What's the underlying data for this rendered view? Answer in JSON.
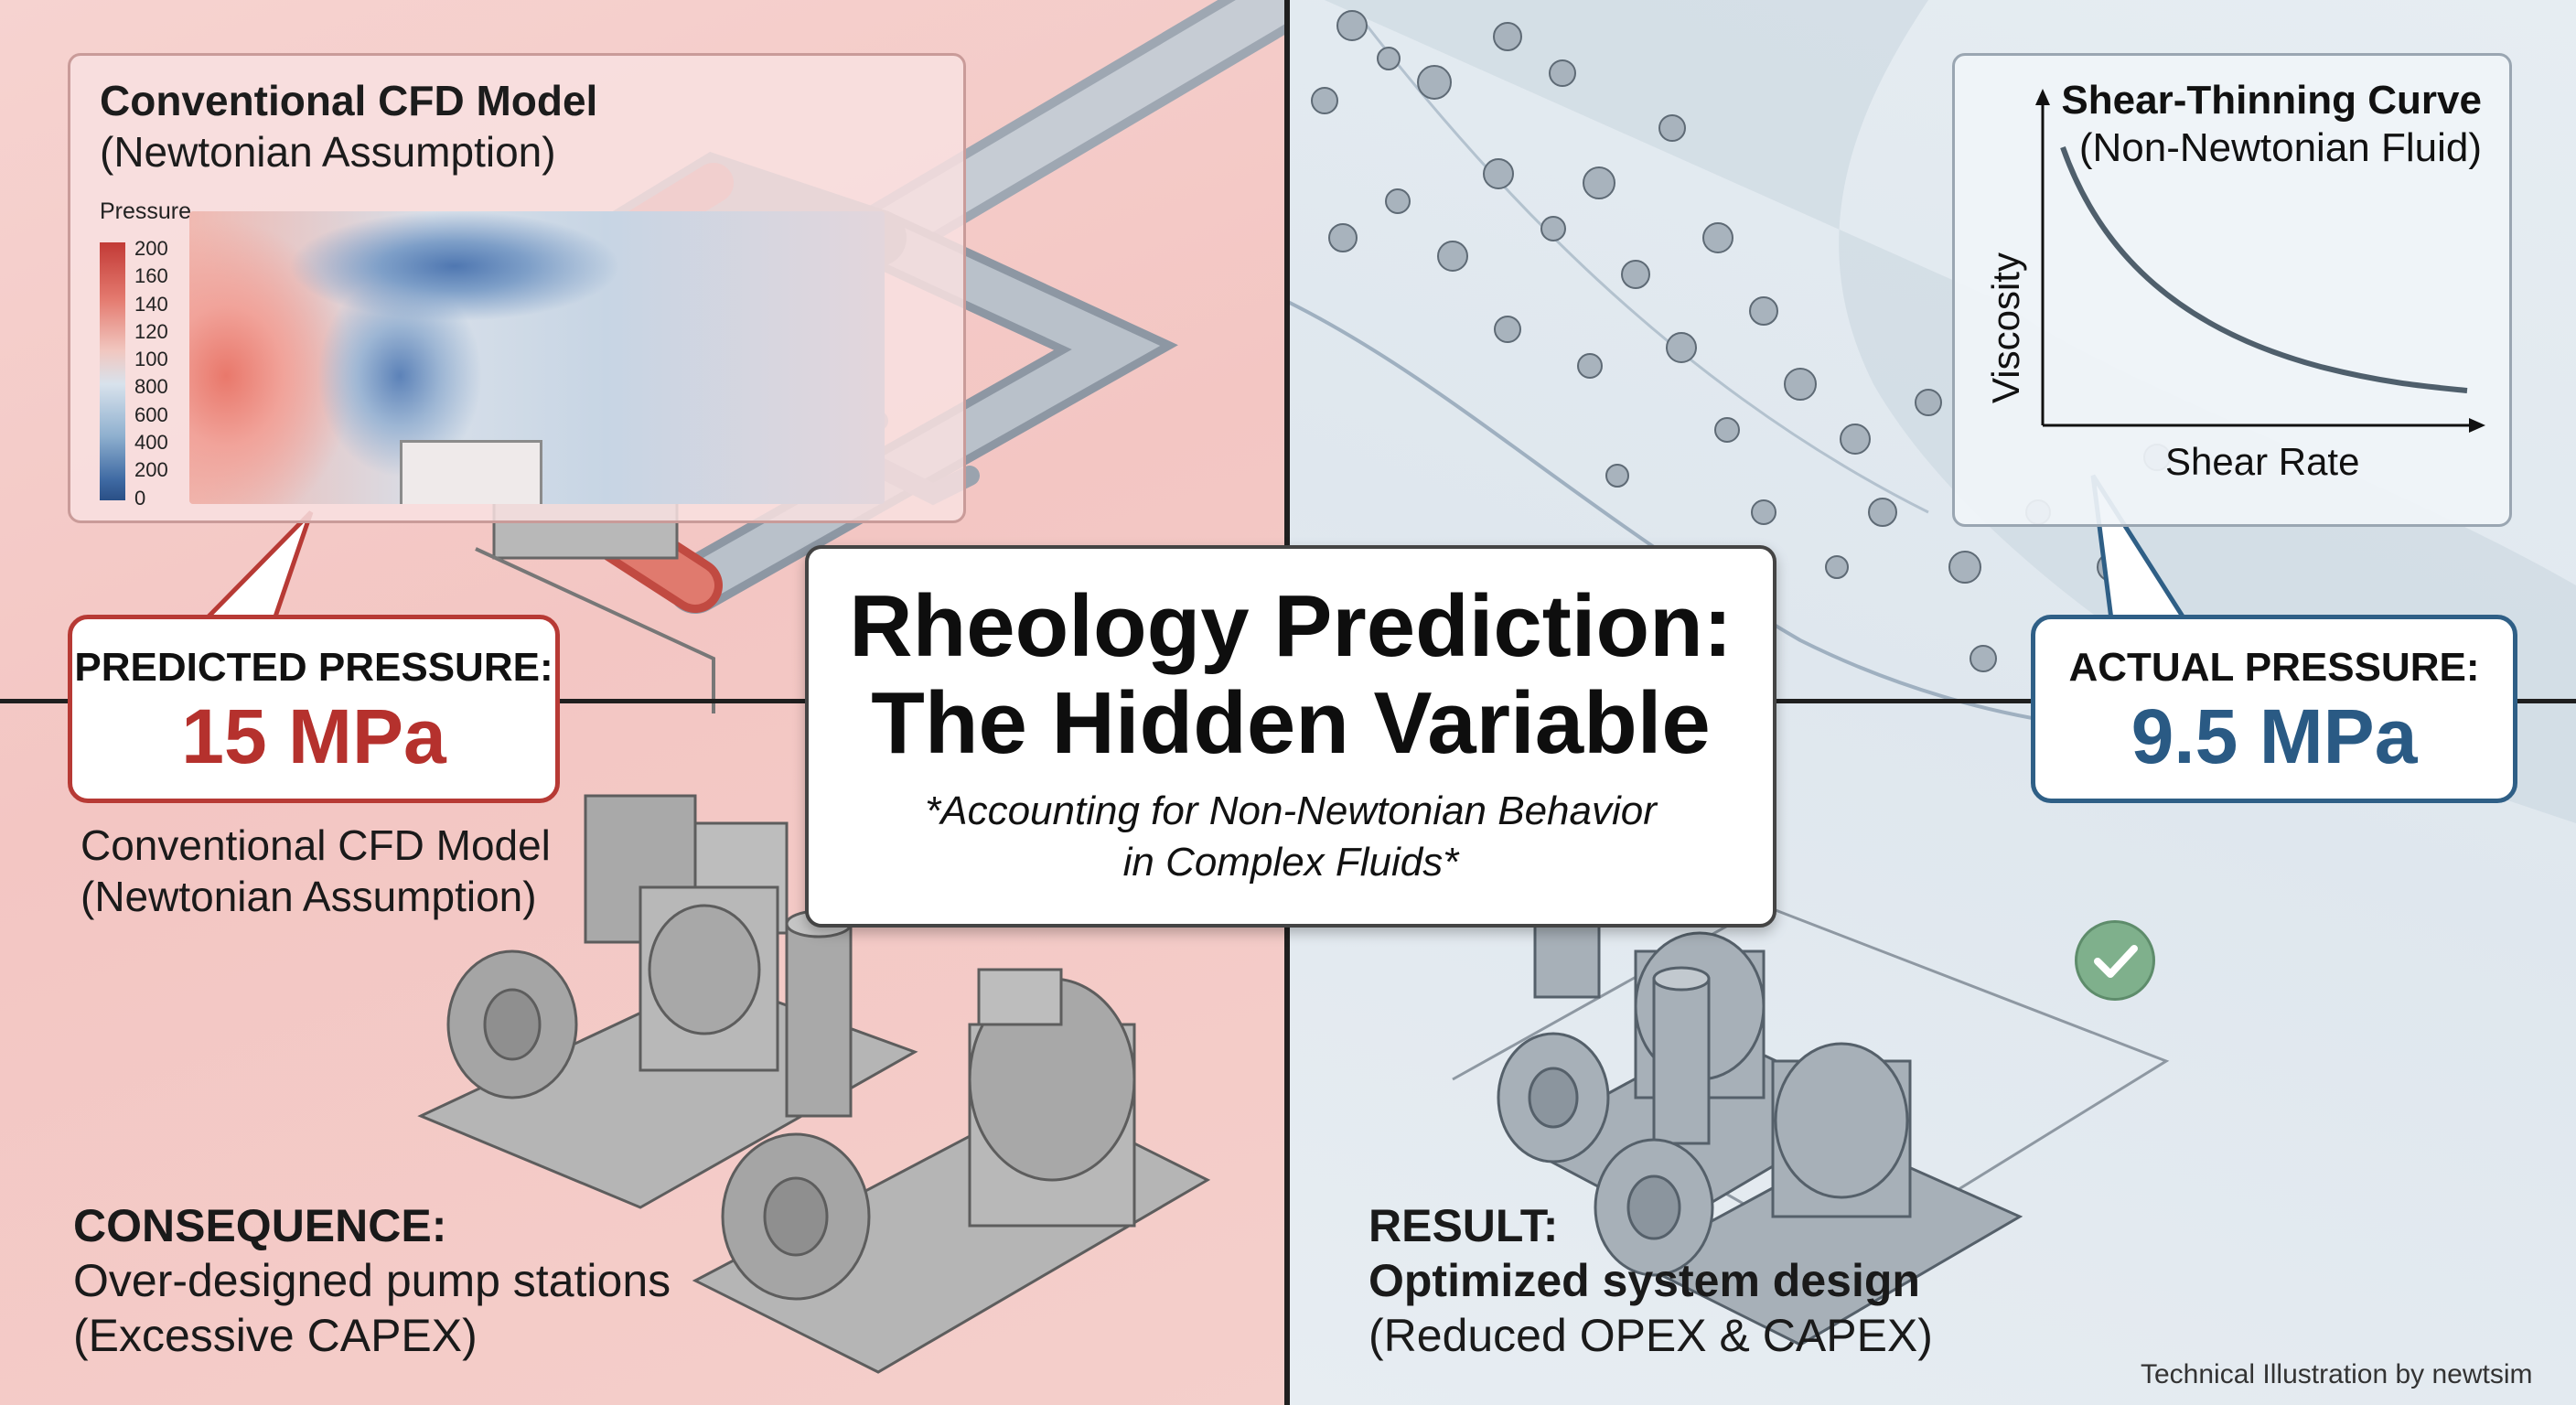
{
  "cfd_panel": {
    "title": "Conventional CFD Model",
    "subtitle": "(Newtonian Assumption)",
    "legend_title": "Pressure",
    "legend_values": [
      "200",
      "160",
      "140",
      "120",
      "100",
      "800",
      "600",
      "400",
      "200",
      "0"
    ]
  },
  "predicted": {
    "label": "PREDICTED PRESSURE:",
    "value": "15 MPa"
  },
  "left_caption": {
    "line1": "Conventional CFD Model",
    "line2": "(Newtonian Assumption)"
  },
  "consequence": {
    "heading": "CONSEQUENCE:",
    "line1": "Over-designed pump stations",
    "line2": "(Excessive CAPEX)"
  },
  "main_title": {
    "line1": "Rheology Prediction:",
    "line2": "The Hidden Variable",
    "sub1": "*Accounting for Non-Newtonian Behavior",
    "sub2": "in Complex Fluids*"
  },
  "shear_panel": {
    "title": "Shear-Thinning Curve",
    "subtitle": "(Non-Newtonian Fluid)",
    "y_label": "Viscosity",
    "x_label": "Shear Rate"
  },
  "actual": {
    "label": "ACTUAL PRESSURE:",
    "value": "9.5 MPa"
  },
  "result": {
    "heading": "RESULT:",
    "line1": "Optimized system design",
    "line2": "(Reduced OPEX & CAPEX)"
  },
  "credit": "Technical Illustration by newtsim",
  "colors": {
    "predicted_red": "#b5312d",
    "actual_blue": "#2a5a84",
    "left_bg": "#f4cfcb",
    "right_bg": "#e3eaf0",
    "check_green": "#7fb08c"
  }
}
